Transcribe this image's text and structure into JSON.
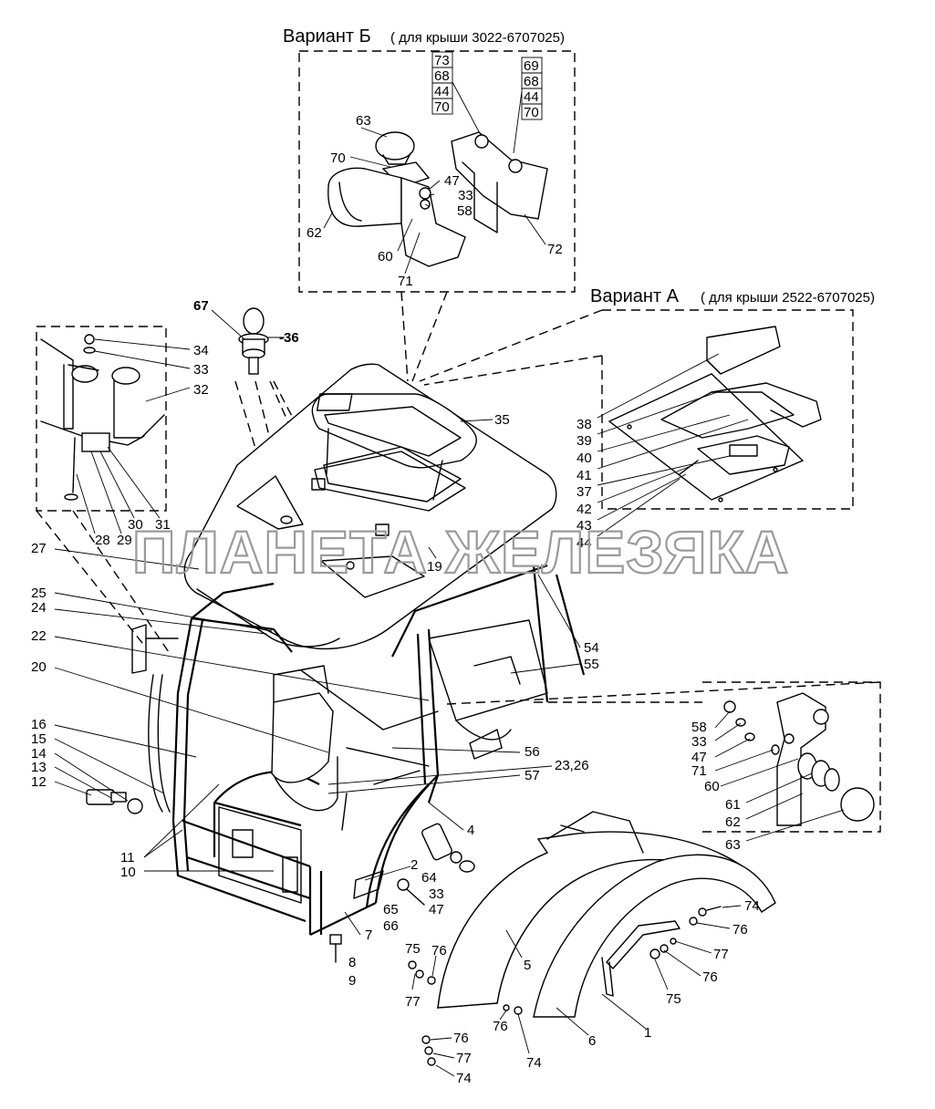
{
  "titles": {
    "variant_b": "Вариант Б",
    "variant_b_sub": "( для крыши 3022-6707025)",
    "variant_a": "Вариант А",
    "variant_a_sub": "( для крыши 2522-6707025)"
  },
  "watermark": "ПЛАНЕТА ЖЕЛЕЗЯКА",
  "boxed_labels": {
    "col1": [
      "73",
      "68",
      "44",
      "70"
    ],
    "col2": [
      "69",
      "68",
      "44",
      "70"
    ]
  },
  "callouts": {
    "c63a": "63",
    "c70": "70",
    "c47a": "47",
    "c33a": "33",
    "c58a": "58",
    "c62a": "62",
    "c60a": "60",
    "c71a": "71",
    "c72": "72",
    "c67": "67",
    "c36": "-36",
    "c34": "34",
    "c33b": "33",
    "c32": "32",
    "c28": "28",
    "c29": "29",
    "c30": "30",
    "c31": "31",
    "c35": "35",
    "c19": "19",
    "c27": "27",
    "c38": "38",
    "c39": "39",
    "c40": "40",
    "c41": "41",
    "c37": "37",
    "c42": "42",
    "c43": "43",
    "c44": "44",
    "c25": "25",
    "c24": "24",
    "c22": "22",
    "c20": "20",
    "c16": "16",
    "c15": "15",
    "c14": "14",
    "c13": "13",
    "c12": "12",
    "c11": "11",
    "c10": "10",
    "c54": "54",
    "c55": "55",
    "c56": "56",
    "c2326": "23,26",
    "c57": "57",
    "c4": "4",
    "c2": "2",
    "c64": "64",
    "c33c": "33",
    "c47c": "47",
    "c65": "65",
    "c66": "66",
    "c7": "7",
    "c8": "8",
    "c9": "9",
    "c58b": "58",
    "c33d": "33",
    "c47b": "47",
    "c71b": "71",
    "c60b": "60",
    "c61": "61",
    "c62b": "62",
    "c63b": "63",
    "c74a": "74",
    "c76a": "76",
    "c77a": "77",
    "c76b": "76",
    "c75a": "75",
    "c5": "5",
    "c6": "6",
    "c1": "1",
    "c75b": "75",
    "c76c": "76",
    "c77b": "77",
    "c76d": "76",
    "c74b": "74",
    "c76e": "76",
    "c77c": "77",
    "c74c": "74"
  }
}
